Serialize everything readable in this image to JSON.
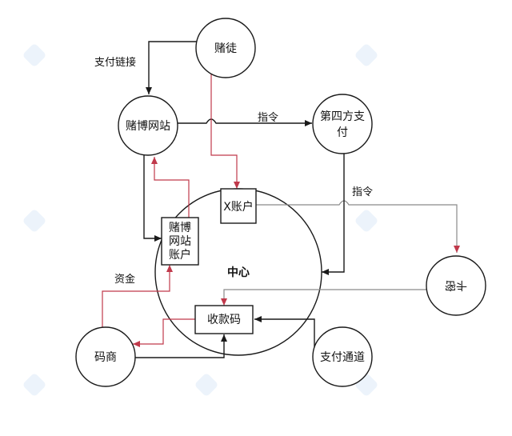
{
  "nodes": {
    "gambler": "赌徒",
    "gambling_site": "赌博网站",
    "fourth_party_line1": "第四方支",
    "fourth_party_line2": "付",
    "center": "中心",
    "x_account": "X账户",
    "site_account_line1": "赌博",
    "site_account_line2": "网站",
    "site_account_line3": "账户",
    "collection_code": "收款码",
    "code_merchant": "码商",
    "payment_channel": "支付通道",
    "card_dealer": "卡密"
  },
  "edge_labels": {
    "payment_link": "支付链接",
    "instruction_1": "指令",
    "instruction_2": "指令",
    "funds": "资金"
  },
  "colors": {
    "ink": "#1a1a1a",
    "red": "#c0394b",
    "gray": "#8a8a8a"
  }
}
